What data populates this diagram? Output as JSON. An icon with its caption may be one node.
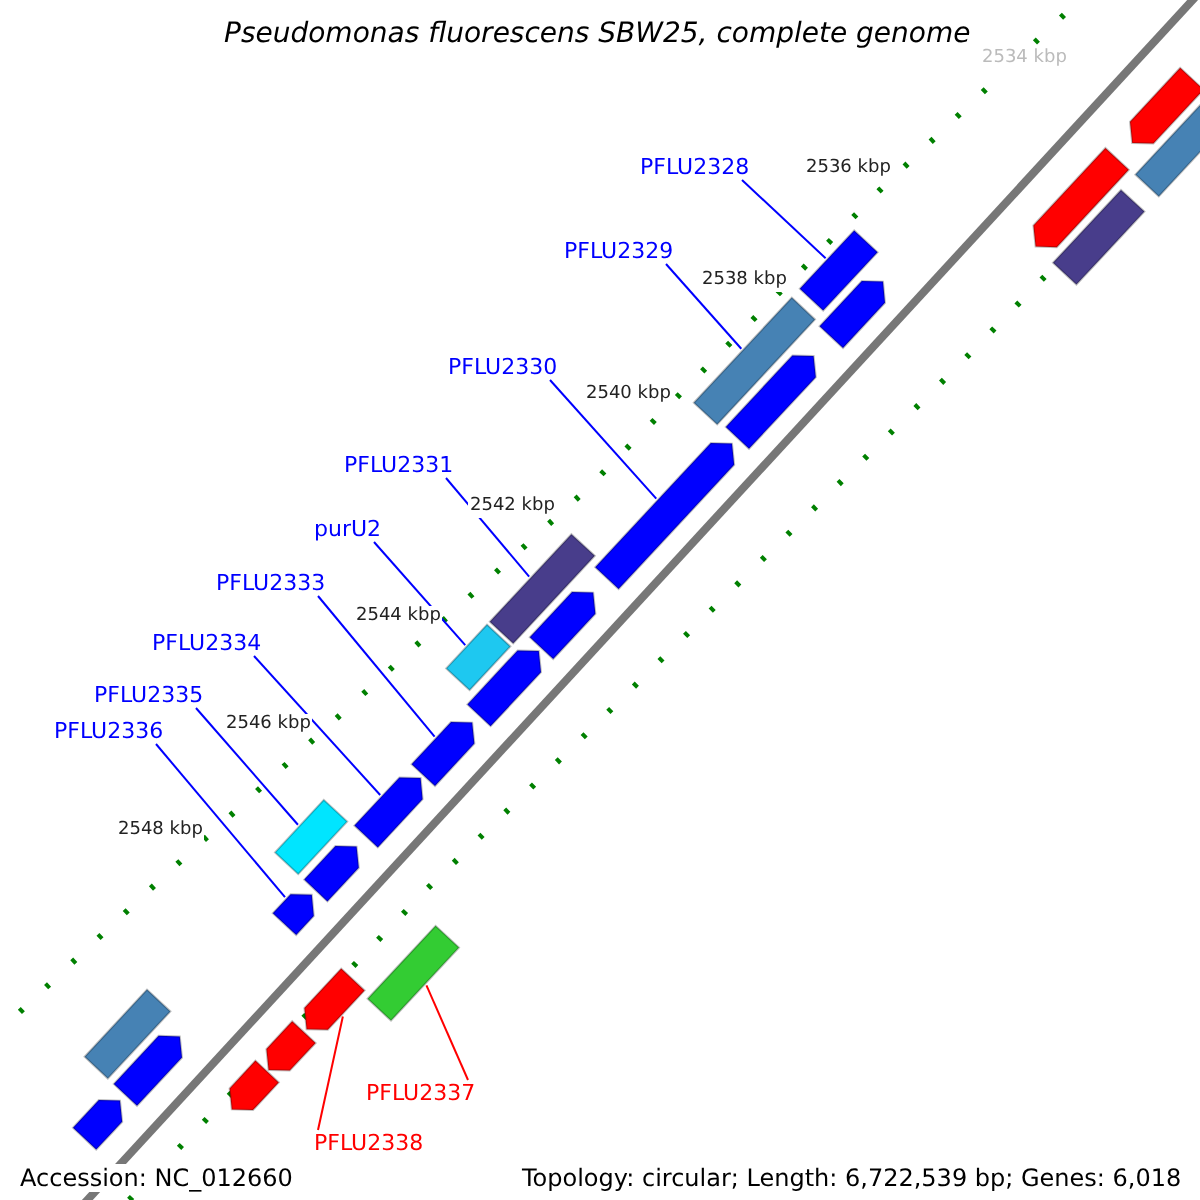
{
  "diagram": {
    "title": "Pseudomonas fluorescens SBW25, complete genome",
    "nodes": [
      {
        "text": [
          "PFLU2328"
        ]
      },
      {
        "text": [
          "PFLU2329"
        ]
      },
      {
        "text": [
          "PFLU2330"
        ]
      },
      {
        "text": [
          "PFLU2331"
        ]
      },
      {
        "text": [
          "purU2"
        ]
      },
      {
        "text": [
          "PFLU2333"
        ]
      },
      {
        "text": [
          "PFLU2334"
        ]
      },
      {
        "text": [
          "PFLU2335"
        ]
      },
      {
        "text": [
          "PFLU2336"
        ]
      },
      {
        "text": [
          "PFLU2337"
        ]
      },
      {
        "text": [
          "PFLU2338"
        ]
      },
      {
        "text": [],
        "shape": "bar"
      },
      {
        "text": [],
        "shape": "bar"
      },
      {
        "text": [],
        "shape": "bar"
      },
      {
        "text": [],
        "shape": "bar"
      },
      {
        "text": [],
        "shape": "bar"
      },
      {
        "text": [],
        "shape": "bar"
      },
      {
        "text": [],
        "shape": "bar"
      },
      {
        "text": [],
        "shape": "bar"
      },
      {
        "text": [],
        "shape": "bar"
      },
      {
        "text": [],
        "shape": "bar"
      },
      {
        "text": [],
        "shape": "bar"
      },
      {
        "text": [],
        "shape": "bar"
      },
      {
        "text": [],
        "shape": "bar"
      },
      {
        "text": [],
        "shape": "bar"
      },
      {
        "text": [],
        "shape": "bar"
      },
      {
        "text": [],
        "shape": "bar"
      },
      {
        "text": [],
        "shape": "bar"
      },
      {
        "text": [],
        "shape": "bar"
      },
      {
        "text": [],
        "shape": "bar"
      },
      {
        "text": [],
        "shape": "bar"
      },
      {
        "text": [],
        "shape": "bar"
      },
      {
        "text": [],
        "shape": "bar"
      },
      {
        "text": [],
        "shape": "bar"
      },
      {
        "text": [],
        "shape": "bar"
      },
      {
        "text": [],
        "shape": "bar"
      }
    ],
    "edges": [
      {
        "from": 0,
        "to": 11,
        "arrow": "none"
      },
      {
        "from": 1,
        "to": 12,
        "arrow": "none"
      },
      {
        "from": 2,
        "to": 13,
        "arrow": "none"
      },
      {
        "from": 3,
        "to": 14,
        "arrow": "none"
      },
      {
        "from": 4,
        "to": 15,
        "arrow": "none"
      },
      {
        "from": 5,
        "to": 16,
        "arrow": "none"
      },
      {
        "from": 6,
        "to": 17,
        "arrow": "none"
      },
      {
        "from": 7,
        "to": 18,
        "arrow": "none"
      },
      {
        "from": 8,
        "to": 19,
        "arrow": "none"
      },
      {
        "from": 9,
        "to": 20,
        "arrow": "none",
        "color": "#ff0000"
      },
      {
        "from": 10,
        "to": 21,
        "arrow": "none",
        "color": "#ff0000"
      }
    ],
    "labels": [
      "2534 kbp",
      "2536 kbp",
      "2538 kbp",
      "2540 kbp",
      "2542 kbp",
      "2544 kbp",
      "2546 kbp",
      "2548 kbp",
      "Accession: NC_012660",
      "Topology: circular; Length: 6,722,539 bp; Genes: 6,018"
    ]
  }
}
